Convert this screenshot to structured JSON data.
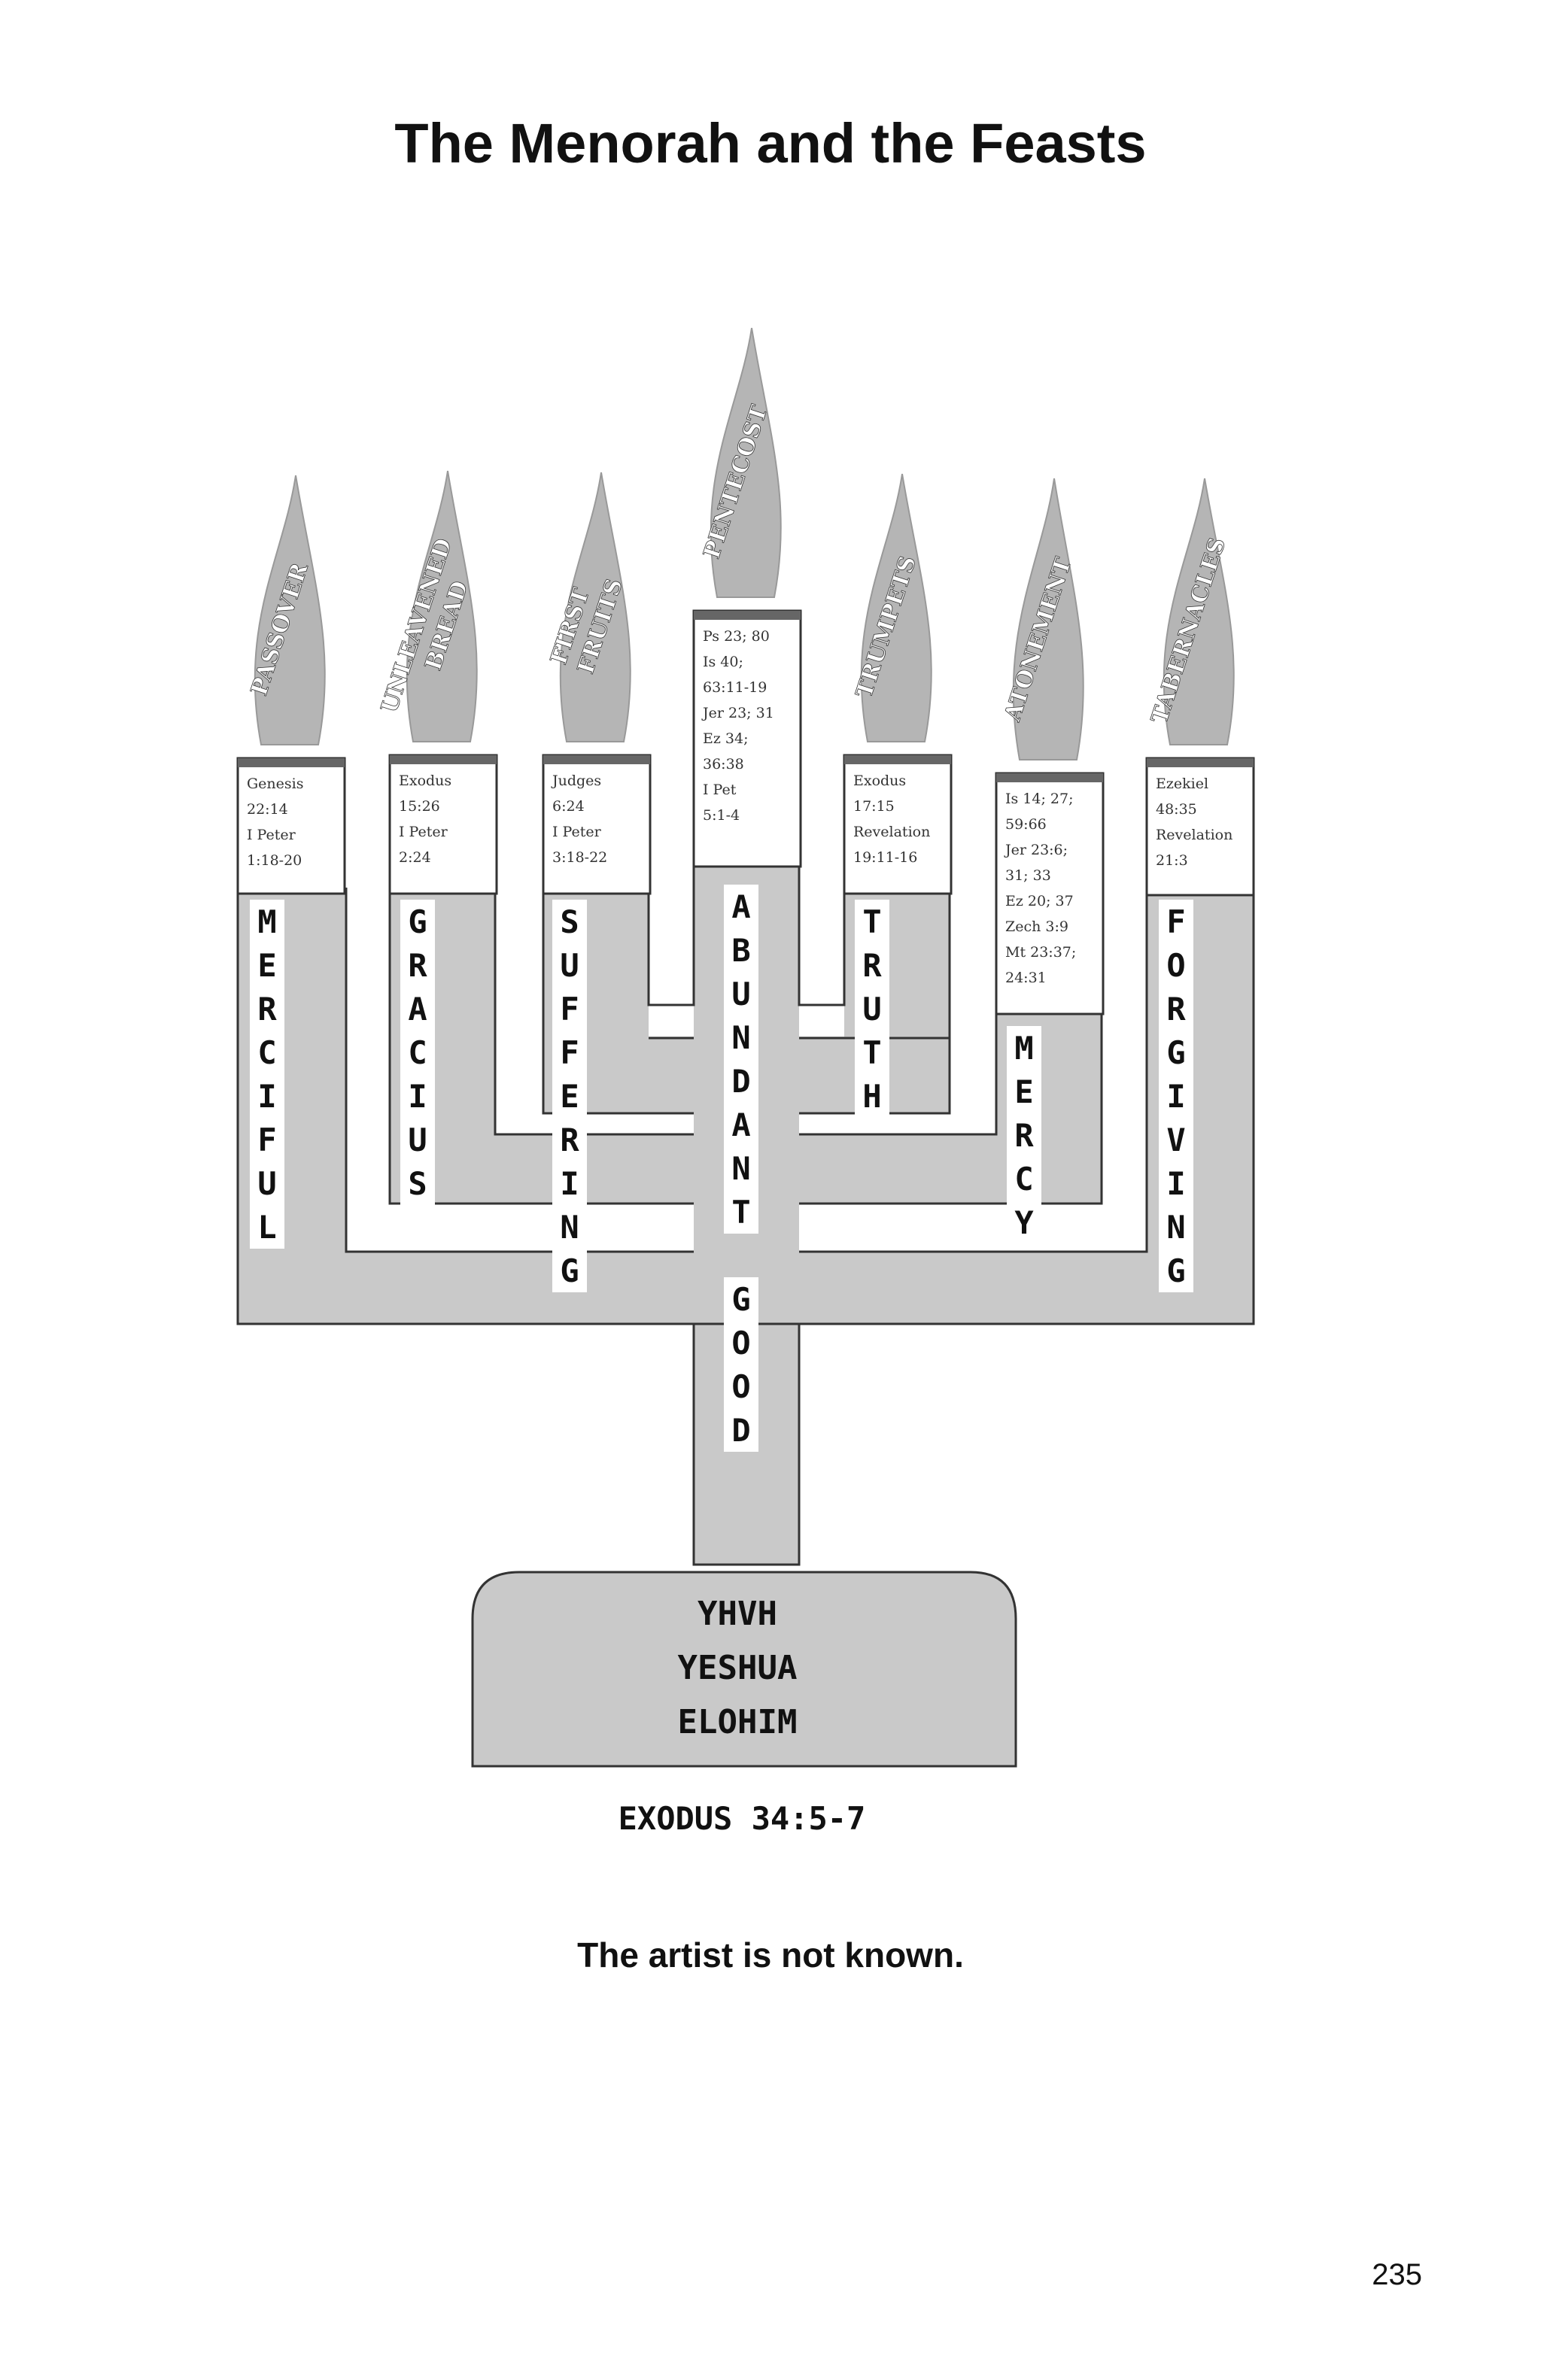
{
  "page": {
    "title": "The Menorah and the Feasts",
    "caption": "The artist is not known.",
    "page_number": "235"
  },
  "menorah": {
    "branches": [
      {
        "feast": "PASSOVER",
        "refs": [
          "Genesis",
          "22:14",
          "I Peter",
          "1:18-20"
        ],
        "attribute": "MERCIFUL"
      },
      {
        "feast": "UNLEAVENED BREAD",
        "refs": [
          "Exodus",
          "15:26",
          "I Peter",
          "2:24"
        ],
        "attribute": "GRACIUS"
      },
      {
        "feast": "FIRST FRUITS",
        "refs": [
          "Judges",
          "6:24",
          "I Peter",
          "3:18-22"
        ],
        "attribute": "SUFFERING"
      },
      {
        "feast": "PENTECOST",
        "refs": [
          "Ps 23; 80",
          "Is 40;",
          "63:11-19",
          "Jer 23; 31",
          "Ez 34;",
          "36:38",
          "I Pet",
          "5:1-4"
        ],
        "attribute": "ABUNDANT GOOD"
      },
      {
        "feast": "TRUMPETS",
        "refs": [
          "Exodus",
          "17:15",
          "Revelation",
          "19:11-16"
        ],
        "attribute": "TRUTH"
      },
      {
        "feast": "ATONEMENT",
        "refs": [
          "Is 14; 27;",
          "59:66",
          "Jer 23:6;",
          "31; 33",
          "Ez 20; 37",
          "Zech 3:9",
          "Mt 23:37;",
          "24:31"
        ],
        "attribute": "MERCY"
      },
      {
        "feast": "TABERNACLES",
        "refs": [
          "Ezekiel",
          "48:35",
          "Revelation",
          "21:3"
        ],
        "attribute": "FORGIVING"
      }
    ],
    "base_names": [
      "YHVH",
      "YESHUA",
      "ELOHIM"
    ],
    "reference": "EXODUS 34:5-7"
  },
  "colors": {
    "menorah_fill": "#c9c9c9",
    "outline": "#333333",
    "card_top": "#666666",
    "flame": "#b5b5b5"
  }
}
